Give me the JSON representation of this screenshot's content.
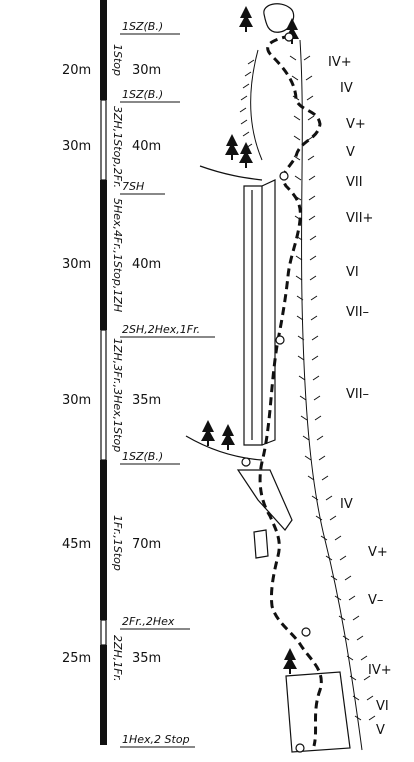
{
  "pitches": [
    {
      "height": "20m",
      "length": "30m"
    },
    {
      "height": "30m",
      "length": "40m"
    },
    {
      "height": "30m",
      "length": "40m"
    },
    {
      "height": "30m",
      "length": "35m"
    },
    {
      "height": "45m",
      "length": "70m"
    },
    {
      "height": "25m",
      "length": "35m"
    }
  ],
  "stations": [
    "1SZ(B.)",
    "1SZ(B.)",
    "7SH",
    "2SH,2Hex,1Fr.",
    "1SZ(B.)",
    "2Fr.,2Hex",
    "1Hex,2 Stop"
  ],
  "pitch_gear": [
    "1Stop",
    "3ZH,1Stop,2Fr.",
    "5Hex,4Fr.,1Stop,1ZH",
    "1ZH,3Fr.,3Hex,1Stop",
    "1Fr.,1Stop",
    "2ZH,1Fr."
  ],
  "grades": [
    "IV+",
    "IV",
    "V+",
    "V",
    "VII",
    "VII+",
    "VI",
    "VII–",
    "VII–",
    "IV",
    "V+",
    "V–",
    "IV+",
    "VI",
    "V"
  ]
}
